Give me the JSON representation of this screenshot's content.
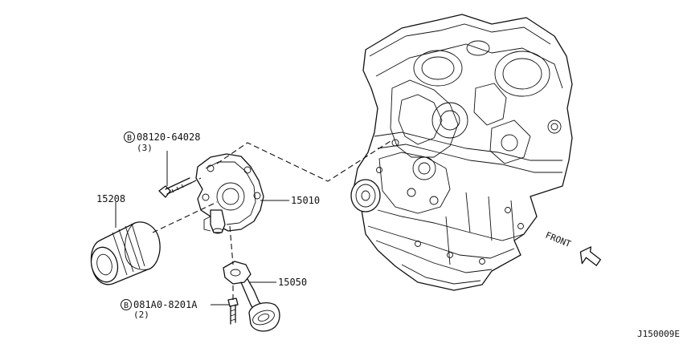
{
  "diagram": {
    "diagram_code": "J150009E",
    "direction_label": "FRONT",
    "parts": [
      {
        "id": "bolt-upper",
        "symbol": "B",
        "number": "08120-64028",
        "qty": "(3)"
      },
      {
        "id": "oil-filter",
        "number": "15208"
      },
      {
        "id": "oil-pump",
        "number": "15010"
      },
      {
        "id": "strainer",
        "number": "15050"
      },
      {
        "id": "bolt-lower",
        "symbol": "B",
        "number": "081A0-8201A",
        "qty": "(2)"
      }
    ]
  }
}
